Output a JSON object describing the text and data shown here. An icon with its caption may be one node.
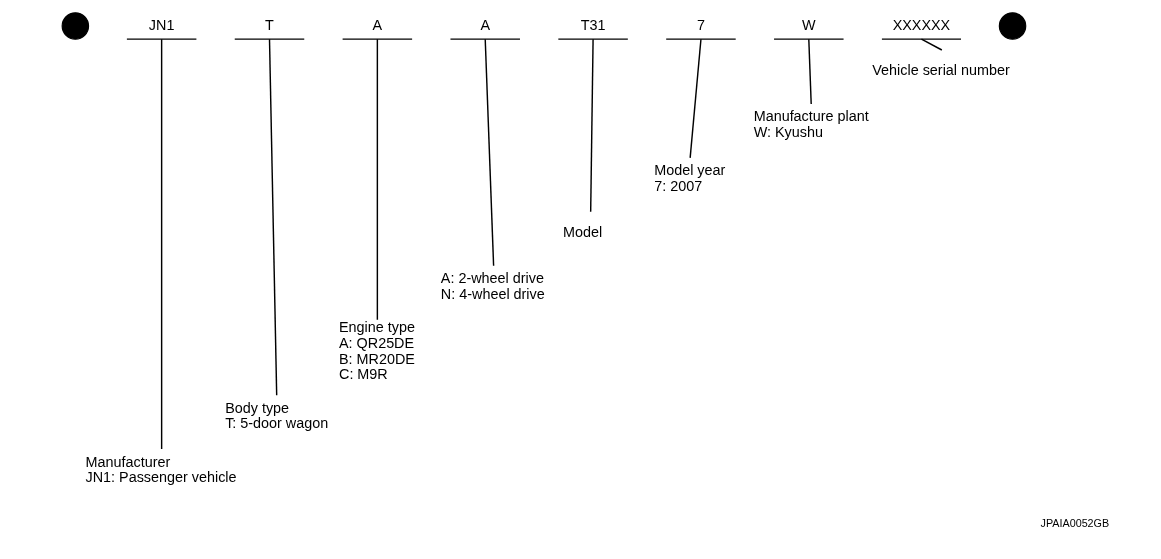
{
  "diagram": {
    "nodes": [
      {
        "text": [],
        "shape": "circle"
      },
      {
        "text": [
          "JN1"
        ]
      },
      {
        "text": [
          "T"
        ]
      },
      {
        "text": [
          "A"
        ]
      },
      {
        "text": [
          "A"
        ]
      },
      {
        "text": [
          "T31"
        ]
      },
      {
        "text": [
          "7"
        ]
      },
      {
        "text": [
          "W"
        ]
      },
      {
        "text": [
          "XXXXXX"
        ]
      },
      {
        "text": [],
        "shape": "circle"
      },
      {
        "text": [
          "Vehicle serial number"
        ]
      },
      {
        "text": [
          "Manufacture plant",
          "W: Kyushu"
        ]
      },
      {
        "text": [
          "Model year",
          "7: 2007"
        ]
      },
      {
        "text": [
          "Model"
        ]
      },
      {
        "text": [
          "A: 2-wheel drive",
          "N: 4-wheel drive"
        ]
      },
      {
        "text": [
          "Engine type",
          "A: QR25DE",
          "B: MR20DE",
          "C: M9R"
        ]
      },
      {
        "text": [
          "Body type",
          "T: 5-door wagon"
        ]
      },
      {
        "text": [
          "Manufacturer",
          "JN1: Passenger vehicle"
        ]
      }
    ],
    "edges": [
      {
        "from": 1,
        "to": 17,
        "arrow": "none"
      },
      {
        "from": 2,
        "to": 16,
        "arrow": "none"
      },
      {
        "from": 3,
        "to": 15,
        "arrow": "none"
      },
      {
        "from": 4,
        "to": 14,
        "arrow": "none"
      },
      {
        "from": 5,
        "to": 13,
        "arrow": "none"
      },
      {
        "from": 6,
        "to": 12,
        "arrow": "none"
      },
      {
        "from": 7,
        "to": 11,
        "arrow": "none"
      },
      {
        "from": 8,
        "to": 10,
        "arrow": "none"
      }
    ],
    "labels": [
      "JPAIA0052GB"
    ]
  }
}
